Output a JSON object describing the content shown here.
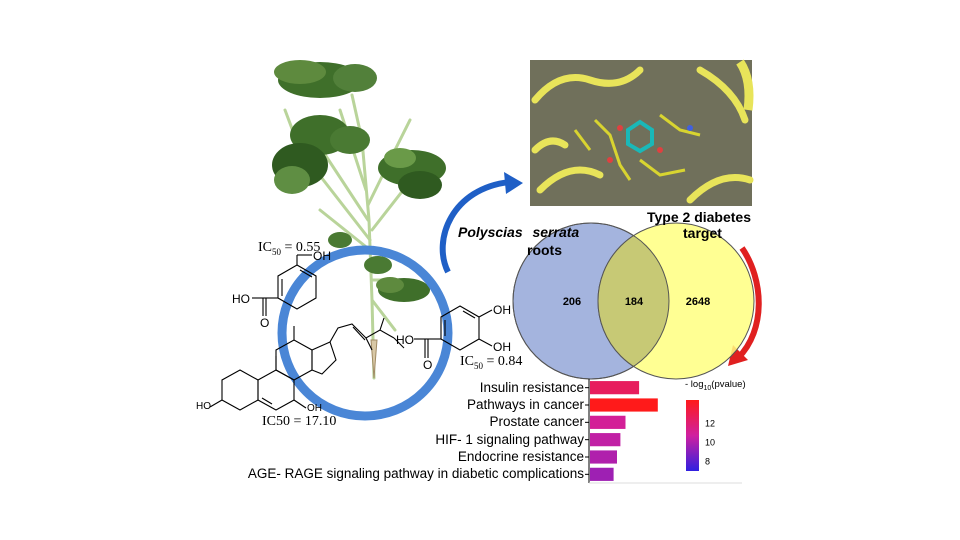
{
  "labels": {
    "ic50_top": "IC50 = 0.55",
    "ic50_right": "IC50 = 0.84",
    "ic50_bottom": "IC50 = 17.10",
    "plant_name": "Polyscias serrata",
    "plant_part": "roots",
    "target_title": "Type 2 diabetes",
    "target_sub": "target",
    "legend_title": "- log10(pvalue)"
  },
  "venn": {
    "left_only": "206",
    "overlap": "184",
    "right_only": "2648",
    "left_color": "#a4b4de",
    "right_color": "#ffff80"
  },
  "chart_data": {
    "type": "bar",
    "orientation": "horizontal",
    "categories": [
      "Insulin resistance",
      "Pathways in cancer",
      "Prostate cancer",
      "HIF- 1 signaling pathway",
      "Endocrine resistance",
      "AGE- RAGE signaling pathway in diabetic complications"
    ],
    "values": [
      12.6,
      14.8,
      11.0,
      10.4,
      10.0,
      9.6
    ],
    "colorbar": {
      "ticks": [
        8,
        10,
        12
      ],
      "range": [
        7,
        14.5
      ]
    },
    "xlim": [
      0,
      30
    ],
    "legend": "- log10(pvalue)"
  },
  "molecule_labels": {
    "oh": "OH",
    "ho": "HO",
    "o": "O"
  }
}
